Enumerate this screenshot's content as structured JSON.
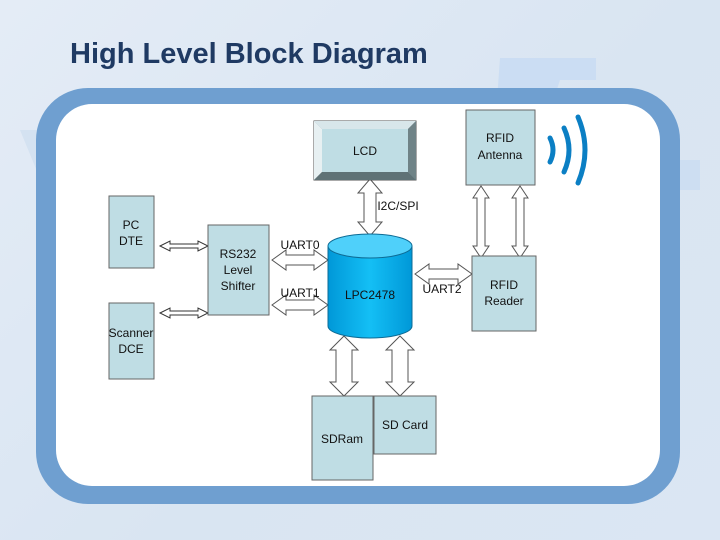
{
  "slide": {
    "title": "High Level Block Diagram"
  },
  "blocks": {
    "lcd": "LCD",
    "rfid_antenna": [
      "RFID",
      "Antenna"
    ],
    "pc_dte": [
      "PC",
      "DTE"
    ],
    "rs232": [
      "RS232",
      "Level",
      "Shifter"
    ],
    "lpc": "LPC2478",
    "rfid_reader": [
      "RFID",
      "Reader"
    ],
    "scanner_dce": [
      "Scanner",
      "DCE"
    ],
    "sdram": "SDRam",
    "sd_card": "SD Card"
  },
  "links": {
    "i2c_spi": "I2C/SPI",
    "uart0": "UART0",
    "uart1": "UART1",
    "uart2": "UART2"
  },
  "icons": {
    "wireless": "wireless-signal-icon"
  },
  "colors": {
    "block_fill": "#bfdde4",
    "cpu_fill": "#00b0f0",
    "frame": "#6f9fd0",
    "title": "#1f3a63"
  }
}
